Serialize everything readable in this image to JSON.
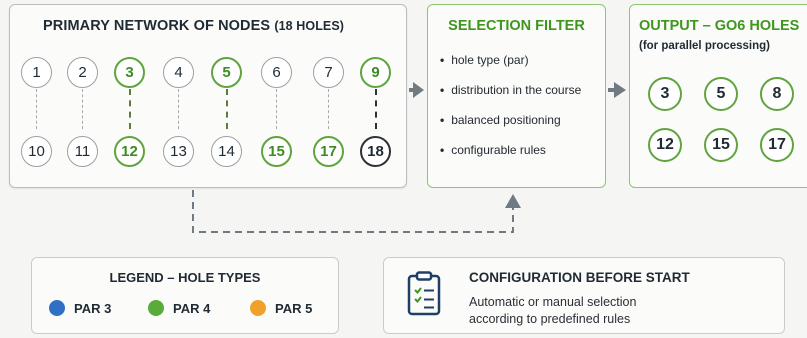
{
  "primary": {
    "title": "PRIMARY NETWORK OF NODES",
    "subtitle": "(18 HOLES)",
    "top_nodes": [
      {
        "label": "1",
        "style": "w"
      },
      {
        "label": "2",
        "style": "w"
      },
      {
        "label": "3",
        "style": "g"
      },
      {
        "label": "4",
        "style": "w"
      },
      {
        "label": "5",
        "style": "g"
      },
      {
        "label": "6",
        "style": "w"
      },
      {
        "label": "7",
        "style": "w"
      },
      {
        "label": "9",
        "style": "g"
      }
    ],
    "bottom_nodes": [
      {
        "label": "10",
        "style": "w"
      },
      {
        "label": "11",
        "style": "w"
      },
      {
        "label": "12",
        "style": "g"
      },
      {
        "label": "13",
        "style": "w"
      },
      {
        "label": "14",
        "style": "w"
      },
      {
        "label": "15",
        "style": "g"
      },
      {
        "label": "17",
        "style": "g"
      },
      {
        "label": "18",
        "style": "d"
      }
    ]
  },
  "filter": {
    "title": "SELECTION FILTER",
    "items": [
      "hole type (par)",
      "distribution in the course",
      "balanced positioning",
      "configurable rules"
    ]
  },
  "output": {
    "title": "OUTPUT – GO6 HOLES",
    "subtitle": "(for parallel processing)",
    "row1": [
      "3",
      "5",
      "8"
    ],
    "row2": [
      "12",
      "15",
      "17"
    ]
  },
  "legend": {
    "title": "LEGEND – HOLE TYPES",
    "items": [
      {
        "label": "PAR 3",
        "color": "#2f6fc4"
      },
      {
        "label": "PAR 4",
        "color": "#5aab3a"
      },
      {
        "label": "PAR 5",
        "color": "#f0a12a"
      }
    ]
  },
  "config": {
    "title": "CONFIGURATION BEFORE START",
    "line1": "Automatic or manual selection",
    "line2": "according to predefined rules",
    "icon": "clipboard-checklist-icon"
  },
  "colors": {
    "accent_green": "#3f961f",
    "node_green": "#5fa43f",
    "arrow_gray": "#6f7a82"
  }
}
